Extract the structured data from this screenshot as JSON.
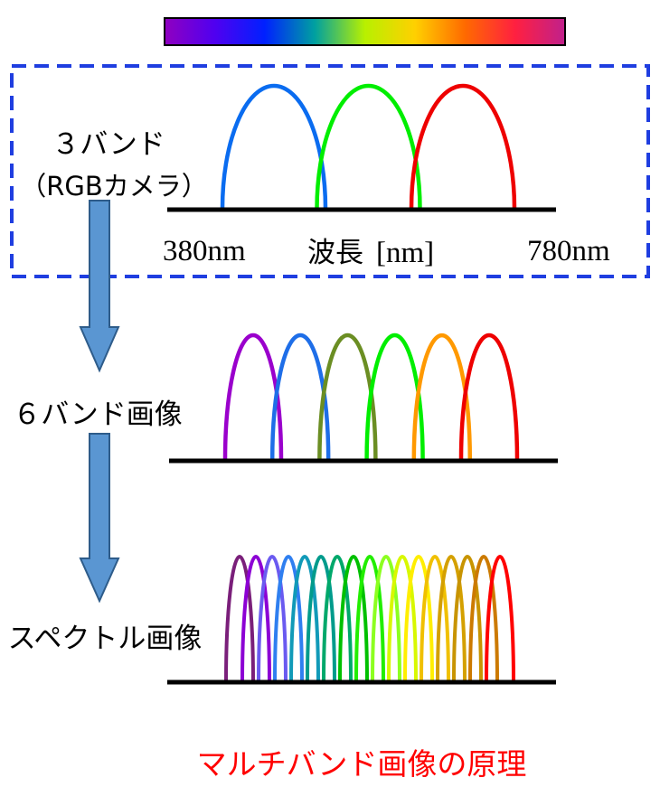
{
  "spectrum_bar": {
    "colors": [
      "#9000c0",
      "#5000f0",
      "#0020ff",
      "#00a0a0",
      "#b8f000",
      "#ffd000",
      "#ff6a00",
      "#ff2040",
      "#c0208c"
    ]
  },
  "three_band": {
    "title": "３バンド",
    "subtitle": "（RGBカメラ）",
    "band_colors": [
      "#0a6cf0",
      "#00ee00",
      "#ee0000"
    ]
  },
  "axis": {
    "min_label": "380nm",
    "name": "波長",
    "unit": "[nm]",
    "max_label": "780nm"
  },
  "six_band": {
    "title": "６バンド画像",
    "band_colors": [
      "#9a00cc",
      "#1e6ee8",
      "#6b8e23",
      "#00ee00",
      "#ff9900",
      "#ee0000"
    ]
  },
  "spectral": {
    "title": "スペクトル画像",
    "band_colors": [
      "#7a1f7a",
      "#8c00d4",
      "#6a5af0",
      "#2f7ff0",
      "#119ab8",
      "#009b8c",
      "#00a86b",
      "#00c000",
      "#22ee00",
      "#8cff20",
      "#d8f800",
      "#ffee00",
      "#f0c000",
      "#d4a000",
      "#c89400",
      "#cc7a00",
      "#ff0000"
    ]
  },
  "caption": "マルチバンド画像の原理",
  "colors": {
    "frame": "#1f3ee0",
    "arrow_fill": "#5a96d2",
    "baseline": "#000000",
    "caption": "#ff0000"
  }
}
